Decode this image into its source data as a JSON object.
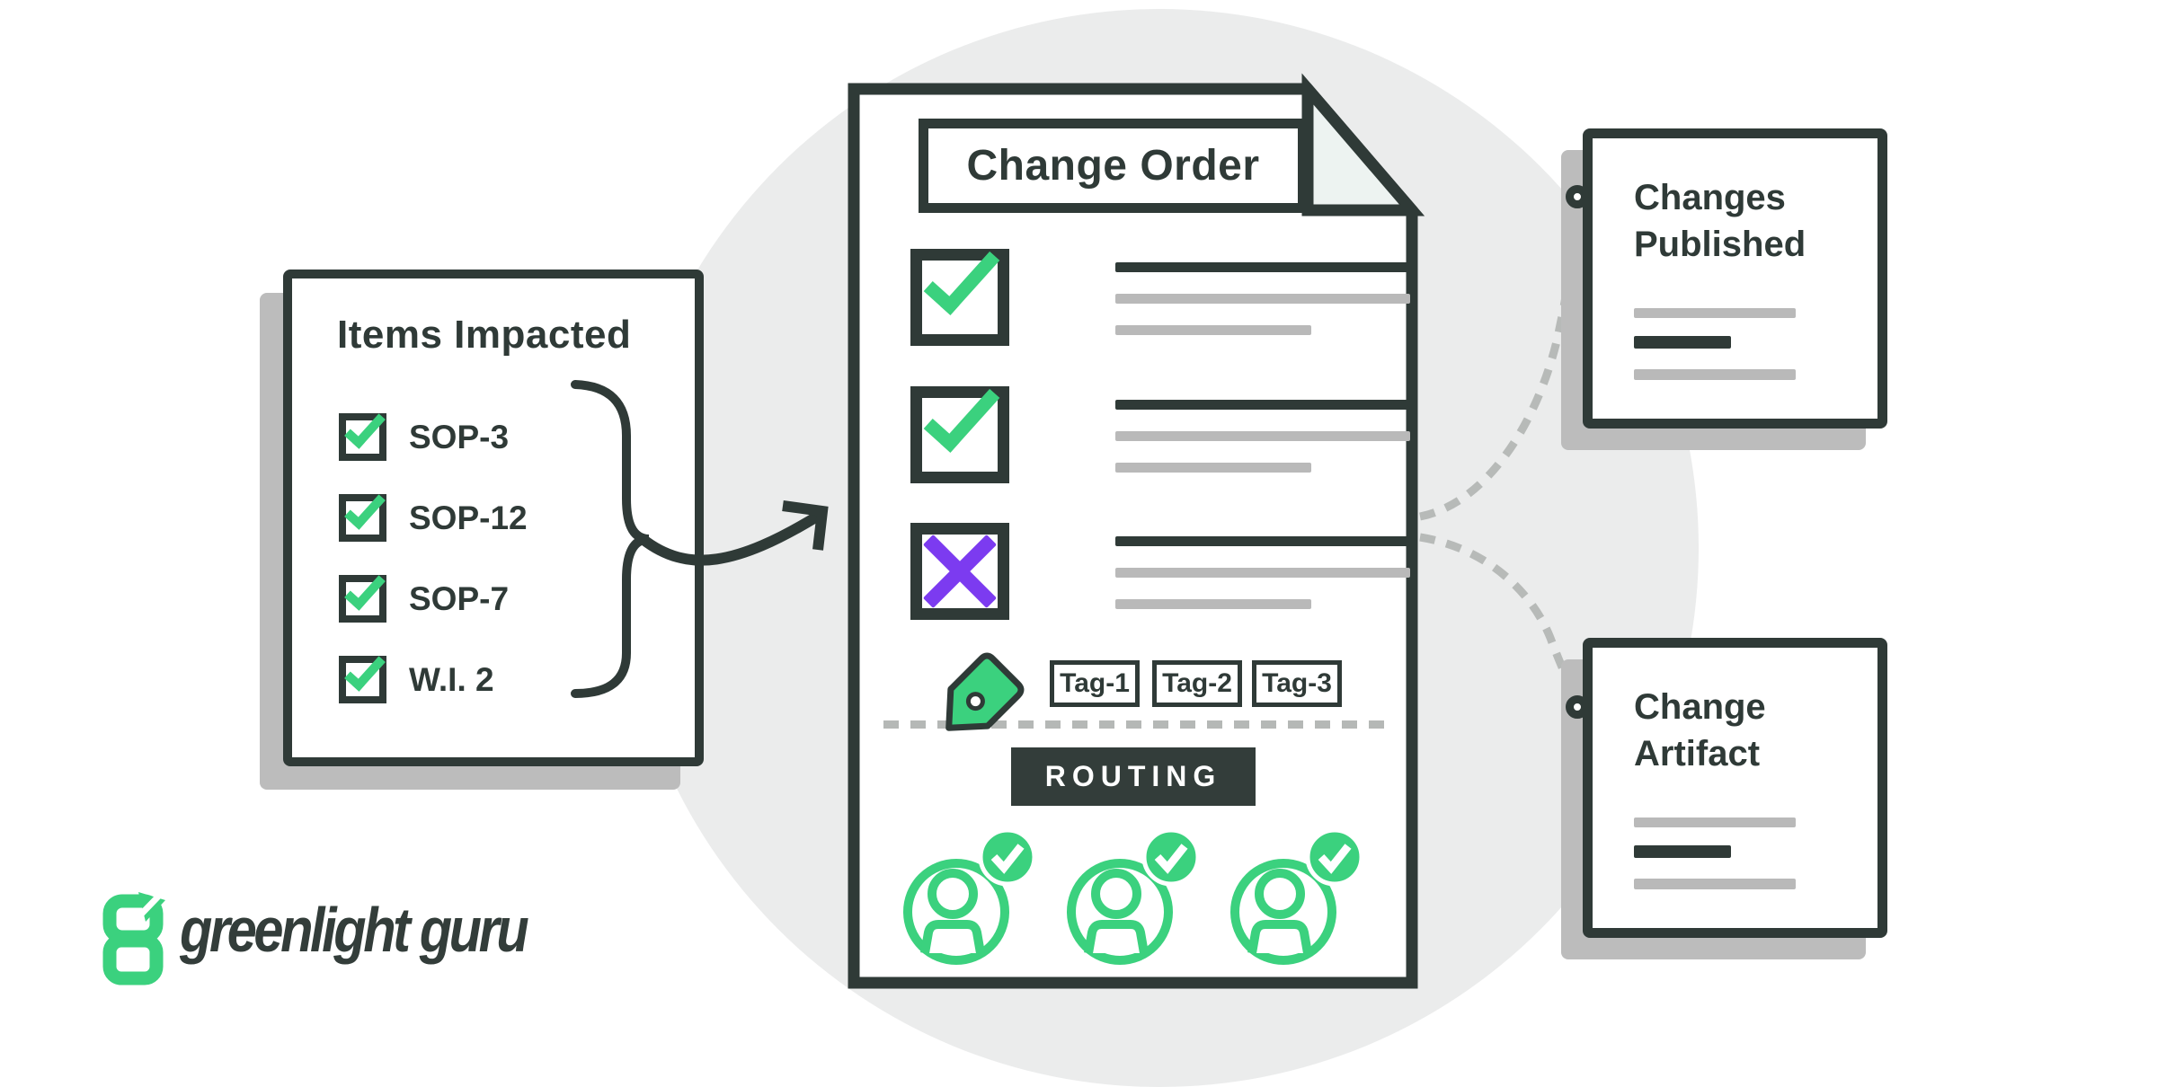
{
  "colors": {
    "accent_green": "#3bd17e",
    "reject_purple": "#7c3bf0",
    "charcoal": "#2f3a37",
    "line_gray": "#b9b9b9",
    "circle_background": "#ebecec",
    "fold_fill": "#edf3f1"
  },
  "items_impacted_card": {
    "title": "Items Impacted",
    "items": [
      {
        "label": "SOP-3",
        "state": "checked"
      },
      {
        "label": "SOP-12",
        "state": "checked"
      },
      {
        "label": "SOP-7",
        "state": "checked"
      },
      {
        "label": "W.I. 2",
        "state": "checked"
      }
    ]
  },
  "change_order_doc": {
    "title": "Change Order",
    "checklist": [
      {
        "state": "approved"
      },
      {
        "state": "approved"
      },
      {
        "state": "rejected"
      }
    ],
    "tags": [
      "Tag-1",
      "Tag-2",
      "Tag-3"
    ],
    "routing_label": "ROUTING",
    "approvers": [
      {
        "state": "approved"
      },
      {
        "state": "approved"
      },
      {
        "state": "approved"
      }
    ]
  },
  "outputs": [
    {
      "title": "Changes Published"
    },
    {
      "title": "Change Artifact"
    }
  ],
  "brand": {
    "wordmark": "greenlight guru"
  }
}
